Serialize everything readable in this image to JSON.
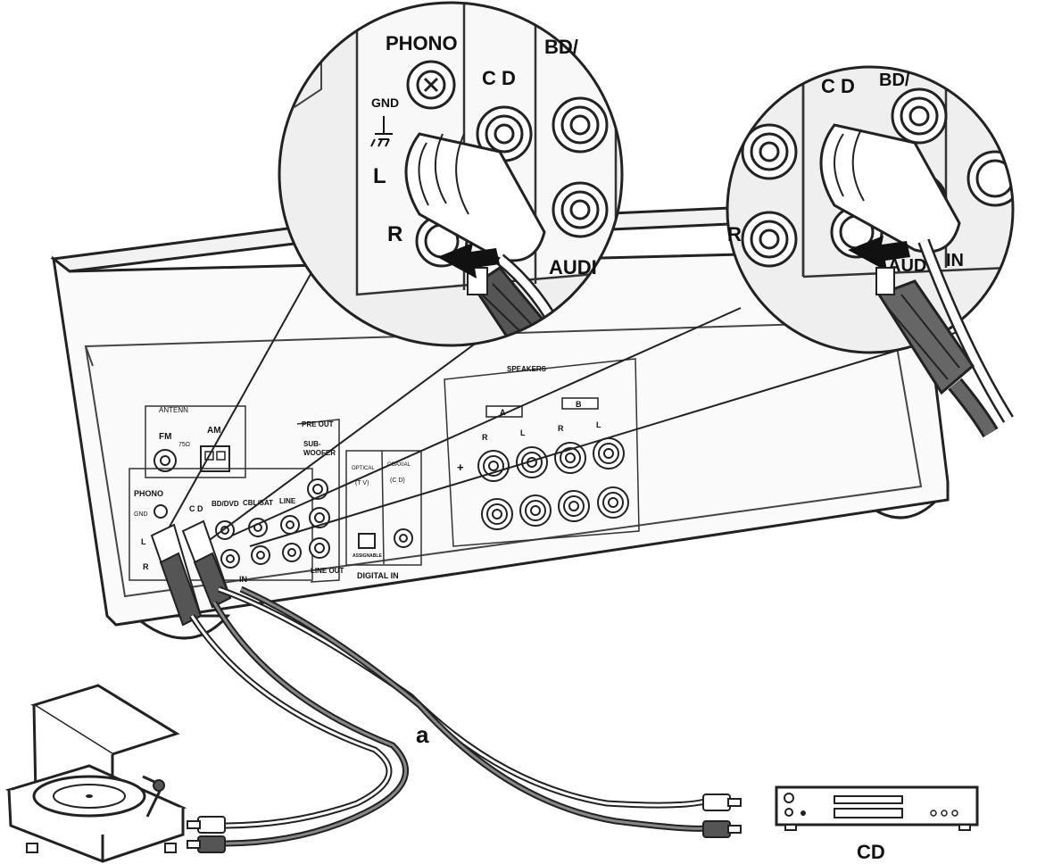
{
  "zoom_left": {
    "phono": "PHONO",
    "gnd": "GND",
    "l": "L",
    "r": "R",
    "cd": "C D",
    "bd": "BD/",
    "audio": "AUDI"
  },
  "zoom_right": {
    "cd": "C D",
    "bd": "BD/",
    "r": "R",
    "audio": "AUDI",
    "in": "IN"
  },
  "panel": {
    "antenna": "ANTENN",
    "fm": "FM",
    "ohm": "75Ω",
    "am": "AM",
    "pre_out": "PRE OUT",
    "sub": "SUB-",
    "woofer": "WOOFER",
    "optical": "OPTICAL",
    "tv": "(T V)",
    "coaxial": "COAXIAL",
    "cd_paren": "(C D)",
    "assignable": "ASSIGNABLE",
    "digital_in": "DIGITAL IN",
    "line_out": "LINE OUT",
    "speakers": "SPEAKERS",
    "a": "A",
    "b": "B",
    "r": "R",
    "l": "L",
    "plus": "+",
    "phono": "PHONO",
    "gnd": "GND",
    "cd": "C D",
    "bddvd": "BD/DVD",
    "cblsat": "CBL/SAT",
    "line": "LINE",
    "in": "IN",
    "l_small": "L",
    "r_small": "R"
  },
  "cable_label": "a",
  "cd_device_label": "CD"
}
